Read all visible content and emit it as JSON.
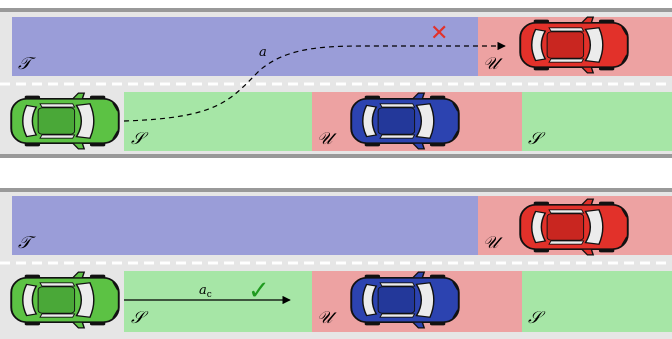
{
  "colors": {
    "road": "#e6e6e6",
    "road_edge": "#999999",
    "lane_marking": "#ffffff",
    "target_region": "#9a9dd8",
    "unsafe_region": "#eda2a2",
    "safe_region": "#a6e6a6",
    "car_green": "#5cc244",
    "car_blue": "#2c43b0",
    "car_red": "#e2312a",
    "cross": "#e2312a",
    "check": "#1f9a1f"
  },
  "panels": [
    {
      "region_labels": [
        "𝒯",
        "𝒰",
        "𝒮",
        "𝒰",
        "𝒮"
      ],
      "action": {
        "label": "a",
        "style": "dashed",
        "status": "rejected",
        "mark": "✕"
      }
    },
    {
      "region_labels": [
        "𝒯",
        "𝒰",
        "𝒮",
        "𝒰",
        "𝒮"
      ],
      "action": {
        "label": "a",
        "subscript": "c",
        "style": "solid",
        "status": "accepted",
        "mark": "✓"
      }
    }
  ]
}
